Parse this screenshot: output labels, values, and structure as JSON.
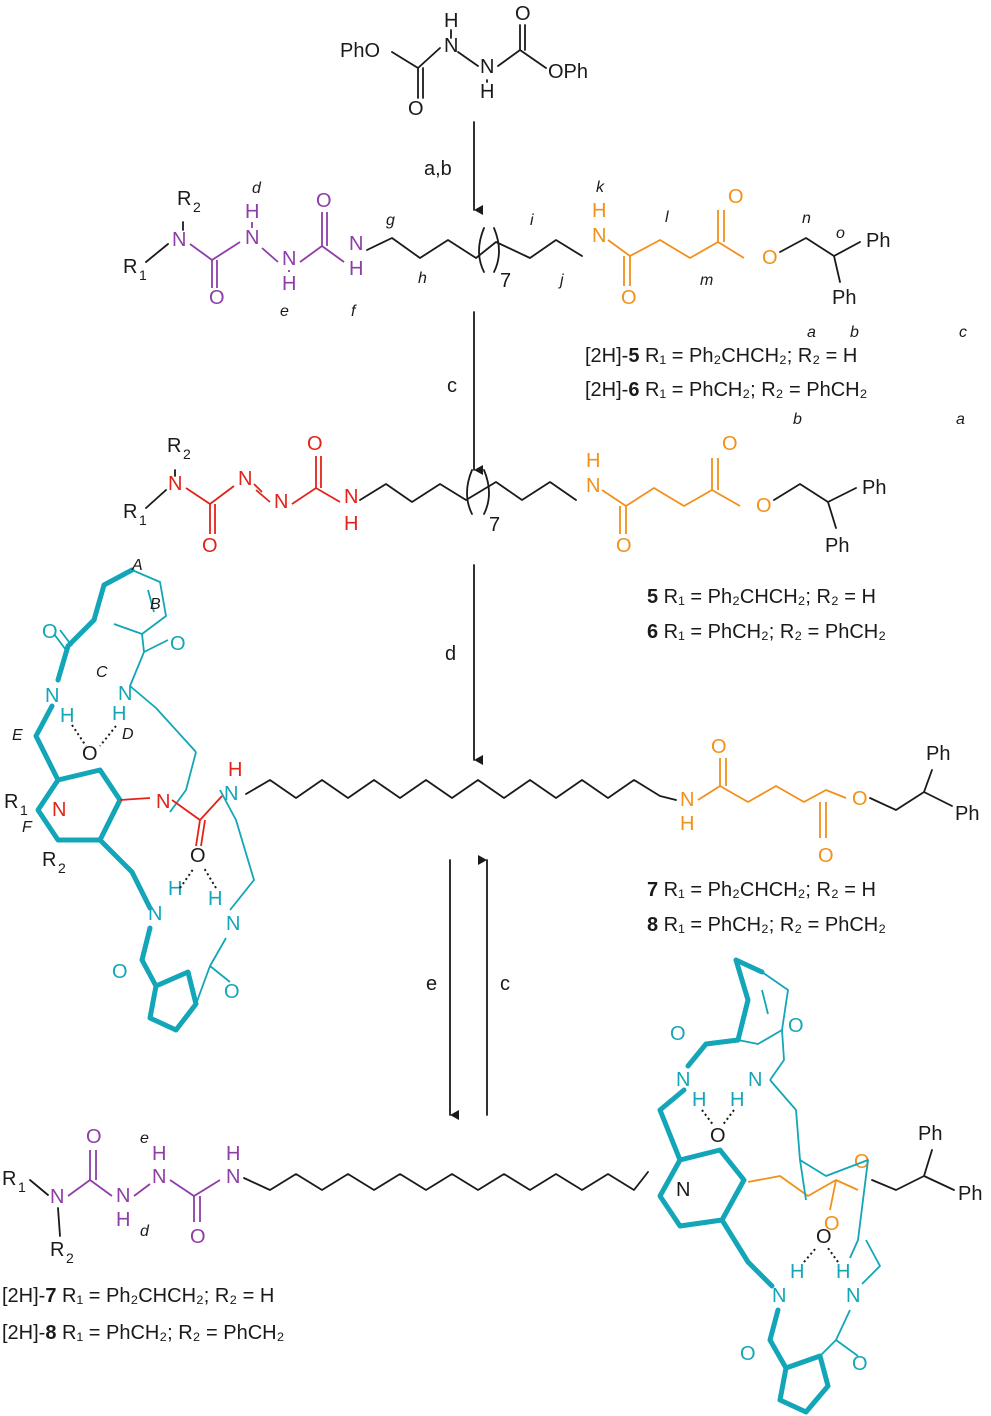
{
  "reagent": {
    "ph_left": "PhO",
    "ph_right": "OPh",
    "n": "N",
    "h": "H",
    "o": "O"
  },
  "steps": {
    "ab": "a,b",
    "c1": "c",
    "d": "d",
    "e": "e",
    "c2": "c"
  },
  "atoms": {
    "n": "N",
    "h": "H",
    "o": "O",
    "ph": "Ph",
    "r1": "R",
    "r2": "R",
    "sub1": "1",
    "sub2": "2",
    "seven": "7"
  },
  "position_labels": [
    "a",
    "b",
    "c",
    "d",
    "e",
    "f",
    "g",
    "h",
    "i",
    "j",
    "k",
    "l",
    "m",
    "n",
    "o"
  ],
  "ring_labels": [
    "A",
    "B",
    "C",
    "D",
    "E",
    "F"
  ],
  "captions": {
    "h5_prefix": "[2H]-",
    "h5_num": "5",
    "h5_text": " R₁ = Ph₂CHCH₂; R₂ = H",
    "h6_prefix": "[2H]-",
    "h6_num": "6",
    "h6_text": " R₁ = PhCH₂; R₂ = PhCH₂",
    "c5_num": "5",
    "c5_text": " R₁ = Ph₂CHCH₂; R₂ = H",
    "c6_num": "6",
    "c6_text": " R₁ = PhCH₂; R₂ = PhCH₂",
    "c7_num": "7",
    "c7_text": " R₁ = Ph₂CHCH₂; R₂ = H",
    "c8_num": "8",
    "c8_text": " R₁ = PhCH₂; R₂ = PhCH₂",
    "h7_prefix": "[2H]-",
    "h7_num": "7",
    "h7_text": " R₁ = Ph₂CHCH₂; R₂ = H",
    "h8_prefix": "[2H]-",
    "h8_num": "8",
    "h8_text": " R₁ = PhCH₂; R₂ = PhCH₂"
  },
  "colors": {
    "hydrazide": "#8e3ea6",
    "azo": "#e2231a",
    "succinyl": "#f39019",
    "macrocycle": "#12a6b8",
    "ink": "#1a1a1a"
  }
}
